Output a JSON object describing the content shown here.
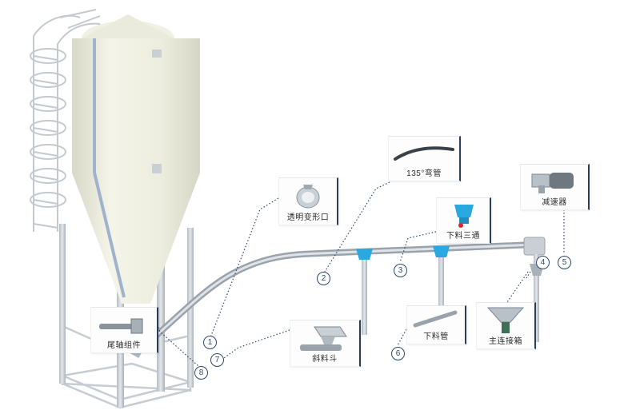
{
  "components": {
    "transparent_outlet": {
      "label": "透明变形口"
    },
    "elbow_135": {
      "label": "135°弯管"
    },
    "drop_tee": {
      "label": "下料三通"
    },
    "reducer": {
      "label": "减速器"
    },
    "tail_shaft": {
      "label": "尾轴组件"
    },
    "hopper": {
      "label": "斜料斗"
    },
    "drop_pipe": {
      "label": "下料管"
    },
    "main_box": {
      "label": "主连接箱"
    }
  },
  "markers": {
    "m1": "1",
    "m2": "2",
    "m3": "3",
    "m4": "4",
    "m5": "5",
    "m6": "6",
    "m7": "7",
    "m8": "8"
  },
  "colors": {
    "silo_body": "#eeeee0",
    "frame": "#c6ccd2",
    "pipe": "#c3c9cf",
    "tee_blue": "#29a9e0",
    "marker_ring": "#2c4869",
    "dotted_line": "#2c4869"
  }
}
